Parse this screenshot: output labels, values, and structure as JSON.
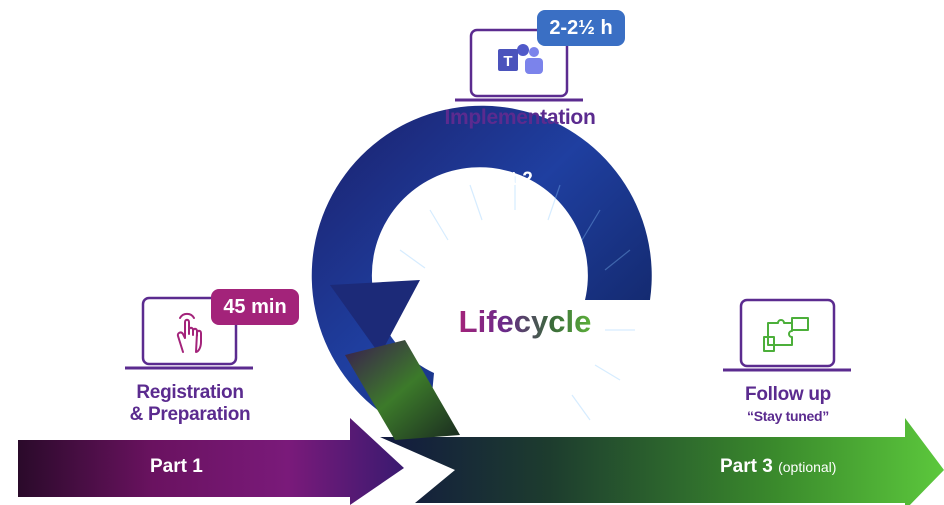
{
  "colors": {
    "purple": "#5b2b8f",
    "magenta": "#a3237a",
    "blue": "#3a6fc4",
    "green": "#4caf3a"
  },
  "center": {
    "label": "Lifecycle"
  },
  "stages": {
    "registration": {
      "title_line1": "Registration",
      "title_line2": "& Preparation",
      "duration": "45 min",
      "icon": "pointer-hand-icon"
    },
    "implementation": {
      "title": "Implementation",
      "duration": "2-2½ h",
      "icon": "teams-icon"
    },
    "followup": {
      "title": "Follow up",
      "subtitle": "“Stay tuned”",
      "icon": "puzzle-icon"
    }
  },
  "parts": {
    "part1": "Part 1",
    "part2": "Part 2",
    "part3": "Part 3",
    "part3_note": "(optional)"
  }
}
